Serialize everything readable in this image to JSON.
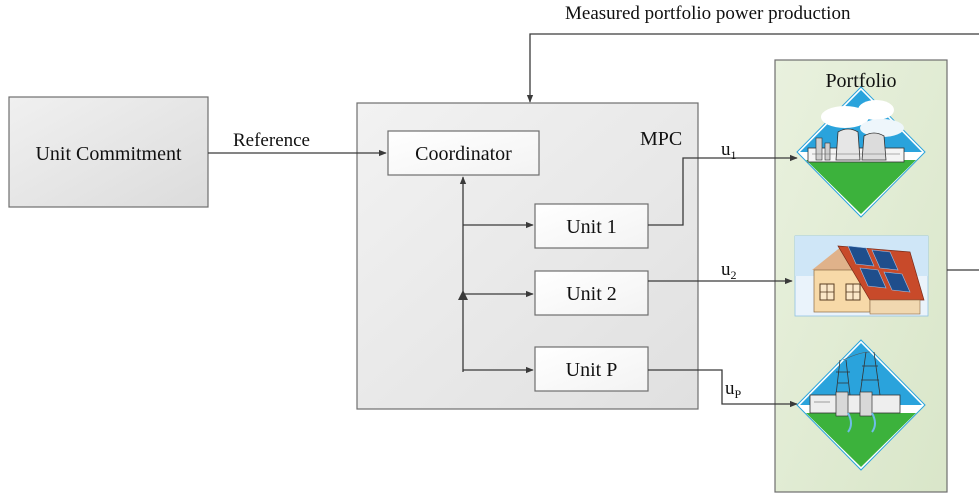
{
  "unit_commitment": {
    "label": "Unit Commitment"
  },
  "mpc": {
    "label": "MPC",
    "coordinator_label": "Coordinator",
    "units": [
      "Unit 1",
      "Unit 2",
      "Unit P"
    ]
  },
  "signals": {
    "reference_label": "Reference",
    "feedback_label": "Measured portfolio power production",
    "u1": {
      "base": "u",
      "sub": "1"
    },
    "u2": {
      "base": "u",
      "sub": "2"
    },
    "uP": {
      "base": "u",
      "sub": "P"
    }
  },
  "portfolio": {
    "label": "Portfolio",
    "icons": [
      "power-plant-icon",
      "solar-house-icon",
      "hydro-dam-icon"
    ]
  },
  "colors": {
    "box_fill": "#e8e8e8",
    "portfolio_fill": "#e4eed9",
    "sky_blue": "#2aa3dc",
    "grass_green": "#3cb23c",
    "roof_red": "#c84a2a"
  }
}
